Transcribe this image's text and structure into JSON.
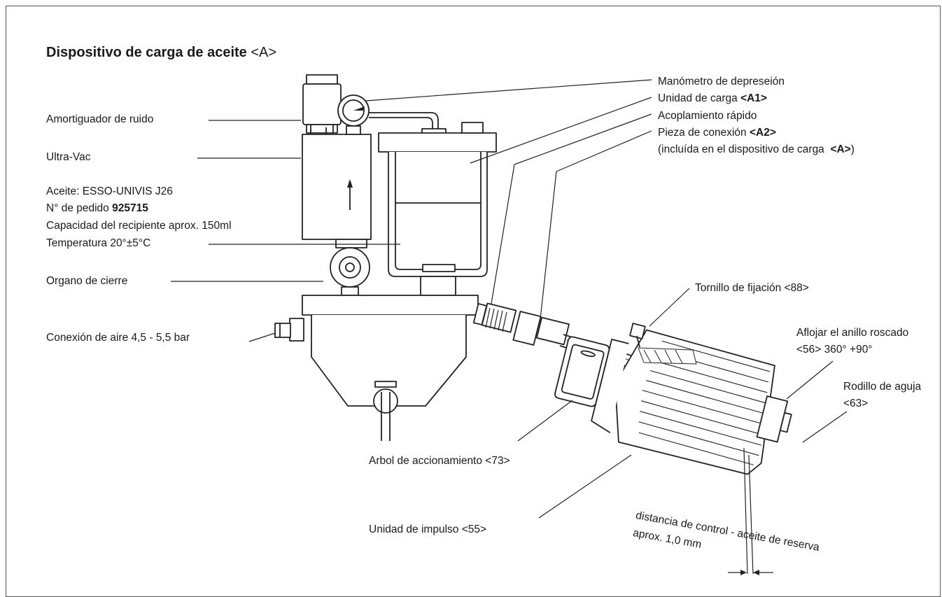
{
  "title": {
    "main": "Dispositivo de carga de aceite",
    "ref": "<A>"
  },
  "labels": {
    "noise": "Amortiguador de ruido",
    "ultravac": "Ultra-Vac",
    "oil": "Aceite: ESSO-UNIVIS J26",
    "order_prefix": "N° de pedido",
    "order_no": "925715",
    "capacity": "Capacidad del recipiente aprox. 150ml",
    "temperature": "Temperatura 20°±5°C",
    "shutoff": "Organo de cierre",
    "air": "Conexión de aire 4,5 - 5,5 bar",
    "gauge": "Manómetro de depreseión",
    "load_unit": "Unidad de carga",
    "load_unit_ref": "<A1>",
    "coupling": "Acoplamiento rápido",
    "piece": "Pieza de conexión",
    "piece_ref": "<A2>",
    "included_pre": "(incluída en el dispositivo de carga",
    "included_ref": "<A>",
    "included_post": ")",
    "screw": "Tornillo de fijación <88>",
    "ring_1": "Aflojar el anillo roscado",
    "ring_2": "<56> 360° +90°",
    "roller_1": "Rodillo de aguja",
    "roller_2": "<63>",
    "shaft": "Arbol de accionamiento <73>",
    "pulse": "Unidad de impulso <55>",
    "distance_1": "distancia de control - aceite de reserva",
    "distance_2": "aprox. 1,0 mm"
  }
}
